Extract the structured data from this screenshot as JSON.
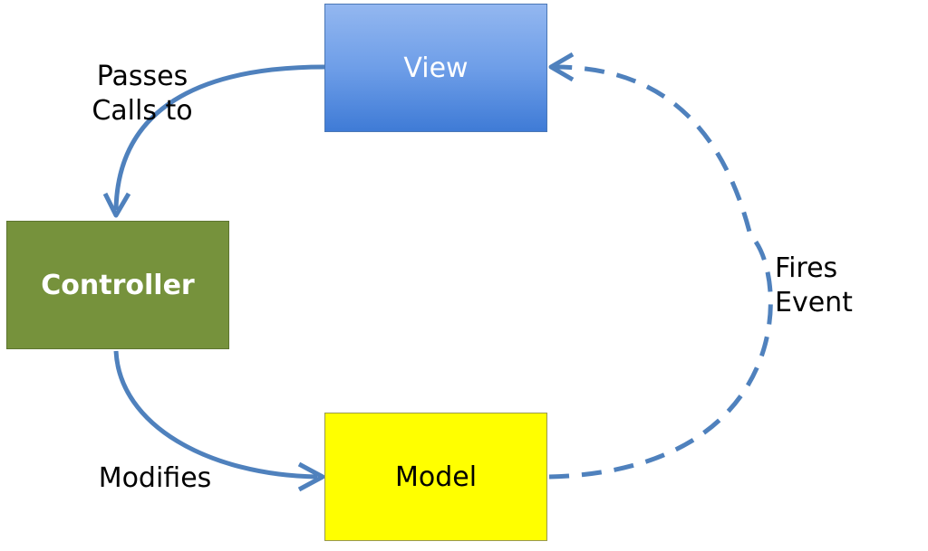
{
  "nodes": {
    "view": "View",
    "controller": "Controller",
    "model": "Model"
  },
  "edges": {
    "passes_calls_to": {
      "line1": "Passes",
      "line2": "Calls to"
    },
    "modifies": "Modifies",
    "fires_event": {
      "line1": "Fires",
      "line2": "Event"
    }
  },
  "colors": {
    "arrow": "#4f81bd",
    "view_fill": "#4f81bd",
    "controller_fill": "#76923c",
    "model_fill": "#ffff00"
  }
}
